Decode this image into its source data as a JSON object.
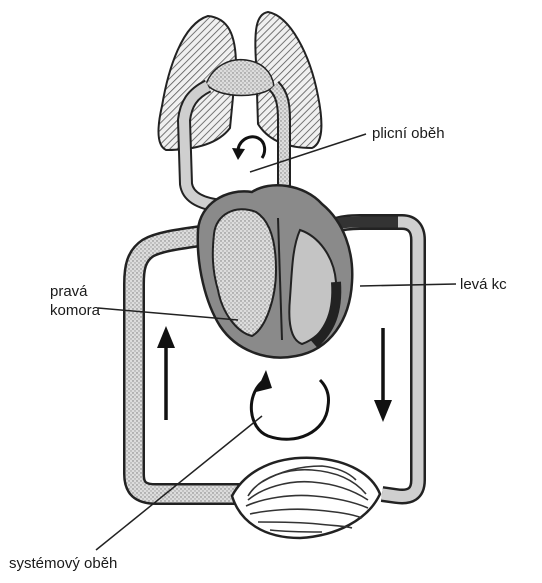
{
  "labels": {
    "pulmonary_circulation": "plicní oběh",
    "left_ventricle": "levá kc",
    "right_ventricle_line1": "pravá",
    "right_ventricle_line2": "komora",
    "systemic_circulation": "systémový oběh"
  },
  "colors": {
    "outline": "#222222",
    "vessel_fill": "#cfcfcf",
    "heart_fill": "#8a8a8a",
    "dark_section": "#333333",
    "hatch": "#555555",
    "background": "#ffffff"
  },
  "icons": {
    "lungs": "lungs-icon",
    "heart": "heart-icon",
    "muscle": "muscle-tissue-icon",
    "arrow_up": "arrow-up-icon",
    "arrow_down": "arrow-down-icon",
    "circular_arrow": "circular-arrow-icon"
  }
}
